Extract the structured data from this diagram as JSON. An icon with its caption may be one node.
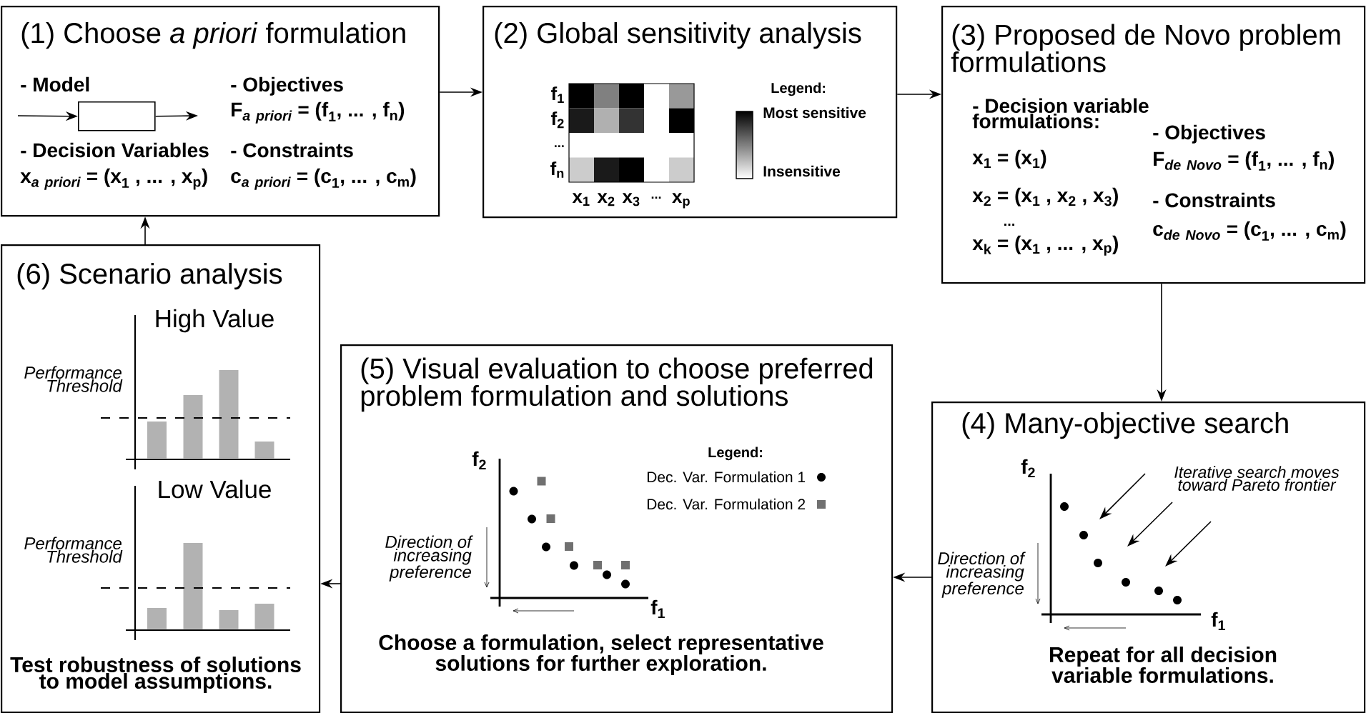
{
  "diagram": {
    "nodes": [
      {
        "text": [
          "(1) Choose *a priori* formulation",
          "- Model",
          "- Objectives",
          "\\text{F}_{\\textit{a priori}} \\text{ = (f}_{\\text{1}}\\text{, ... , f}_{\\text{n}}\\text{)}",
          "- Decision Variables",
          "- Constraints",
          "\\text{x}_{\\textit{a priori}} \\text{ = (x}_{\\text{1}}\\text{ , ... , x}_{\\text{p}}\\text{)}",
          "\\text{c}_{\\textit{a priori}} \\text{ = (c}_{\\text{1}}\\text{, ... , c}_{\\text{m}}\\text{)}"
        ]
      },
      {
        "text": [],
        "shape": "box",
        "in": 0
      },
      {
        "text": [
          "(2) Global sensitivity analysis"
        ]
      },
      {
        "text": [
          "(3) Proposed de Novo problem formulations",
          "- Decision variable formulations:",
          "x$_{1}$ = (x$_{1}$)",
          "x$_{2}$ = (x$_{1}$ , x$_{2}$ , x$_{3}$)",
          "...",
          "x$_{k}$ = (x$_{1}$ , ... , x$_{p}$)",
          "- Objectives",
          "\\text{F}_{\\textit{de Novo}} \\text{ = (f}_{\\text{1}}\\text{, ... , f}_{\\text{n}}\\text{)}",
          "- Constraints",
          "\\text{c}_{\\textit{de Novo}} \\text{ = (c}_{\\text{1}}\\text{, ... , c}_{\\text{m}}\\text{)}"
        ]
      },
      {
        "text": [
          "(4) Many-objective search",
          "Repeat for all decision variable formulations."
        ]
      },
      {
        "text": [
          "(5) Visual evaluation to choose preferred problem formulation and solutions",
          "Choose a formulation, select representative solutions for further exploration."
        ]
      },
      {
        "text": [
          "(6) Scenario analysis",
          "Test robustness of solutions to model assumptions."
        ]
      }
    ],
    "edges": [
      {
        "from": 0,
        "to": 2,
        "arrow": "to"
      },
      {
        "from": 2,
        "to": 3,
        "arrow": "to"
      },
      {
        "from": 3,
        "to": 4,
        "arrow": "to"
      },
      {
        "from": 4,
        "to": 5,
        "arrow": "to"
      },
      {
        "from": 5,
        "to": 6,
        "arrow": "to"
      },
      {
        "from": 6,
        "to": 0,
        "arrow": "to"
      },
      {
        "from": null,
        "to": 1,
        "arrow": "to"
      },
      {
        "from": 1,
        "to": null,
        "arrow": "to"
      }
    ],
    "labels": [
      "f$_{1}$",
      "f$_{2}$",
      "...",
      "f$_{n}$",
      "x$_{1}$",
      "x$_{2}$",
      "x$_{3}$",
      "...",
      "x$_{p}$",
      "Legend:",
      "Most sensitive",
      "Insensitive",
      "High Value",
      "Performance Threshold",
      "Low Value",
      "Performance Threshold",
      "f$_{2}$",
      "Legend:",
      "Direction of increasing preference",
      "f$_{1}$",
      "f$_{2}$",
      "Iterative search moves toward Pareto frontier",
      "Direction of increasing preference",
      "f$_{1}$"
    ],
    "legend": [
      {
        "text": "Dec. Var. Formulation 1"
      },
      {
        "text": "Dec. Var. Formulation 2"
      }
    ]
  }
}
